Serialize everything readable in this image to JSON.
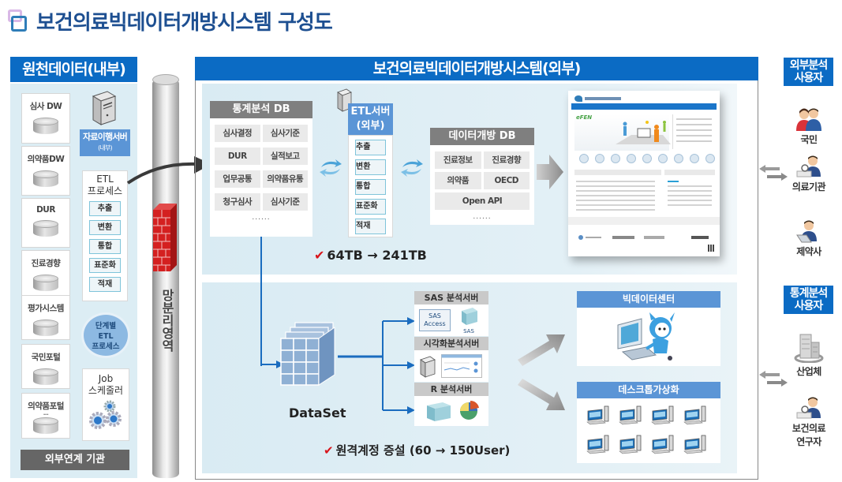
{
  "title": "보건의료빅데이터개방시스템 구성도",
  "left": {
    "header": "원천데이터(내부)",
    "sources": [
      "심사 DW",
      "의약품DW",
      "DUR",
      "진료경향",
      "평가시스템",
      "국민포털",
      "의약품포털"
    ],
    "source_ellipsis": "...",
    "migration_server": {
      "label": "자료이행서버",
      "sub": "(내부)"
    },
    "etl": {
      "title_line1": "ETL",
      "title_line2": "프로세스",
      "steps": [
        "추출",
        "변환",
        "통합",
        "표준화",
        "적재"
      ]
    },
    "stage_etl": {
      "line1": "단계별",
      "line2": "ETL",
      "line3": "프로세스"
    },
    "job_scheduler": {
      "line1": "Job",
      "line2": "스케줄러"
    },
    "external_label": "외부연계 기관"
  },
  "separation_zone": "망분리영역",
  "system": {
    "header": "보건의료빅데이터개방시스템(외부)",
    "stats_db": {
      "title": "통계분석 DB",
      "cells": [
        "심사결정",
        "심사기준",
        "DUR",
        "실적보고",
        "업무공통",
        "의약품유통",
        "청구심사",
        "심사기준"
      ],
      "more": "......"
    },
    "etl_server": {
      "title_line1": "ETL서버",
      "title_line2": "(외부)",
      "steps": [
        "추출",
        "변환",
        "통합",
        "표준화",
        "적재"
      ]
    },
    "open_db": {
      "title": "데이터개방 DB",
      "cells": [
        "진료정보",
        "진료경향",
        "의약품",
        "OECD"
      ],
      "wide_cell": "Open API",
      "more": "......"
    },
    "portal_brand": "eFEN",
    "storage_metric": {
      "check": "✔",
      "text": "64TB → 241TB"
    },
    "dataset_label": "DataSet",
    "servers": {
      "sas": {
        "title": "SAS 분석서버",
        "access_line1": "SAS",
        "access_line2": "Access",
        "cube_label": "SAS"
      },
      "visual": {
        "title": "시각화분석서버"
      },
      "r": {
        "title": "R 분석서버"
      }
    },
    "bigdata_center": "빅데이터센터",
    "vdi": "데스크톱가상화",
    "account_metric": {
      "check": "✔",
      "text": "원격계정 증설 (60 → 150User)"
    }
  },
  "external_users": {
    "header_line1": "외부분석",
    "header_line2": "사용자",
    "items": [
      "국민",
      "의료기관",
      "제약사"
    ]
  },
  "stats_users": {
    "header_line1": "통계분석",
    "header_line2": "사용자",
    "items": [
      "산업체",
      "보건의료",
      "연구자"
    ]
  },
  "colors": {
    "brand_blue": "#0b6bc4",
    "light_blue": "#5b95d6",
    "panel_bg": "#dcedf4",
    "check_red": "#d8161c",
    "gray_header": "#7f7f7f"
  }
}
